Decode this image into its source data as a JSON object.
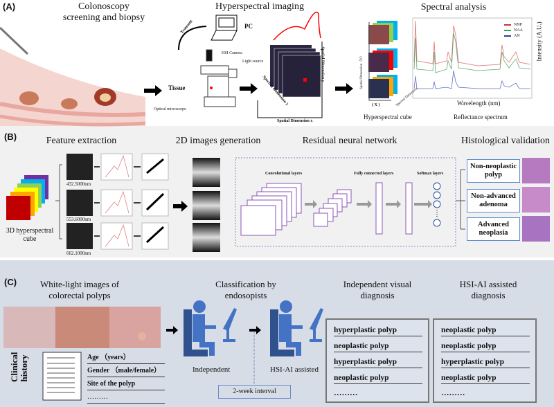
{
  "panel_a": {
    "label": "(A)",
    "colonoscopy_title": "Colonoscopy screening and biopsy",
    "hsi_title": "Hyperspectral imaging",
    "spectral_title": "Spectral analysis",
    "transmit": "Transmit",
    "pc": "PC",
    "hsi_camera": "HSI Camera",
    "light_source": "Light source",
    "tissue": "Tissue",
    "optical_microscope": "Optical microscope",
    "spectral_dimension": "Spectral Dimension λ",
    "spatial_x": "Spatial Dimension x",
    "spatial_y": "Spatial Dimension y",
    "cube_y": "Spatial Dimension（Y）",
    "cube_x": "( X )",
    "cube_spectral": "Spectral Dimension",
    "hyperspectral_cube": "Hyperspectral cube",
    "reflectance_spectrum": "Reflectance spectrum",
    "xlabel": "Wavelength (nm)",
    "ylabel": "Intensity (A.U.)",
    "legend": [
      {
        "name": "NNP",
        "color": "#d03030"
      },
      {
        "name": "NAA",
        "color": "#2ea84a"
      },
      {
        "name": "AN",
        "color": "#2a3d9a"
      }
    ]
  },
  "panel_b": {
    "label": "(B)",
    "feature_title": "Feature extraction",
    "images2d_title": "2D images generation",
    "resnet_title": "Residual neural network",
    "histo_title": "Histological validation",
    "cube_label": "3D hyperspectral cube",
    "wavelengths": [
      "432.5000nm",
      "553.6000nm",
      "662.1000nm"
    ],
    "conv_layers": "Convolutional layers",
    "fc_layers": "Fully connected layers",
    "softmax_layers": "Softmax layers",
    "classes": [
      "Non-neoplastic polyp",
      "Non-advanced adenoma",
      "Advanced neoplasia"
    ],
    "cube_colors": [
      "#c00000",
      "#ffa500",
      "#ffff00",
      "#92d050",
      "#00b0f0",
      "#7030a0"
    ]
  },
  "panel_c": {
    "label": "(C)",
    "wl_title": "White-light images of colorectal polyps",
    "class_title": "Classification by endosopists",
    "indep_title": "Independent visual diagnosis",
    "hsi_title": "HSI-AI assisted diagnosis",
    "clinical_history": "Clinical history",
    "history_items": [
      "Age （years）",
      "Gender （male/female）",
      "Site of the polyp",
      "………"
    ],
    "independent": "Independent",
    "hsi_assisted": "HSI-AI assisted",
    "interval": "2-week interval",
    "indep_dx": [
      "hyperplastic polyp",
      "neoplastic polyp",
      "hyperplastic polyp",
      "neoplastic polyp",
      "………"
    ],
    "hsi_dx": [
      "neoplastic polyp",
      "neoplastic polyp",
      "hyperplastic polyp",
      "neoplastic polyp",
      "………"
    ]
  }
}
